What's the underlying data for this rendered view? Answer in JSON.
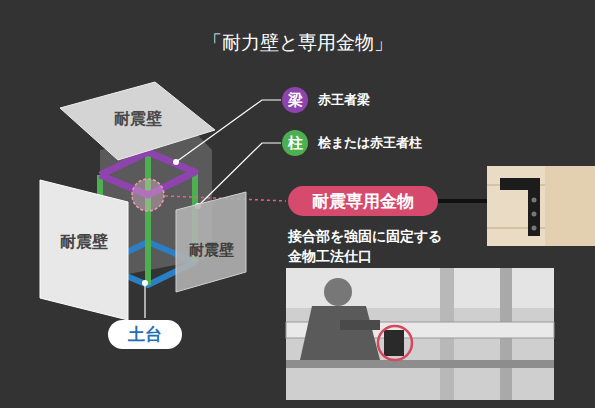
{
  "diagram": {
    "title": "「耐力壁と専用金物」",
    "nodes": [
      {
        "text": [
          "耐震壁"
        ]
      },
      {
        "text": [
          "梁"
        ]
      },
      {
        "text": [
          "柱"
        ]
      },
      {
        "text": [
          "耐震壁"
        ]
      },
      {
        "text": [
          "耐震専用金物"
        ]
      },
      {
        "text": [
          "耐震壁"
        ]
      },
      {
        "text": [
          "土台"
        ]
      }
    ],
    "labels": [
      "赤王者梁",
      "桧または赤王者柱",
      "接合部を強固に固定する 金物工法仕口"
    ]
  }
}
